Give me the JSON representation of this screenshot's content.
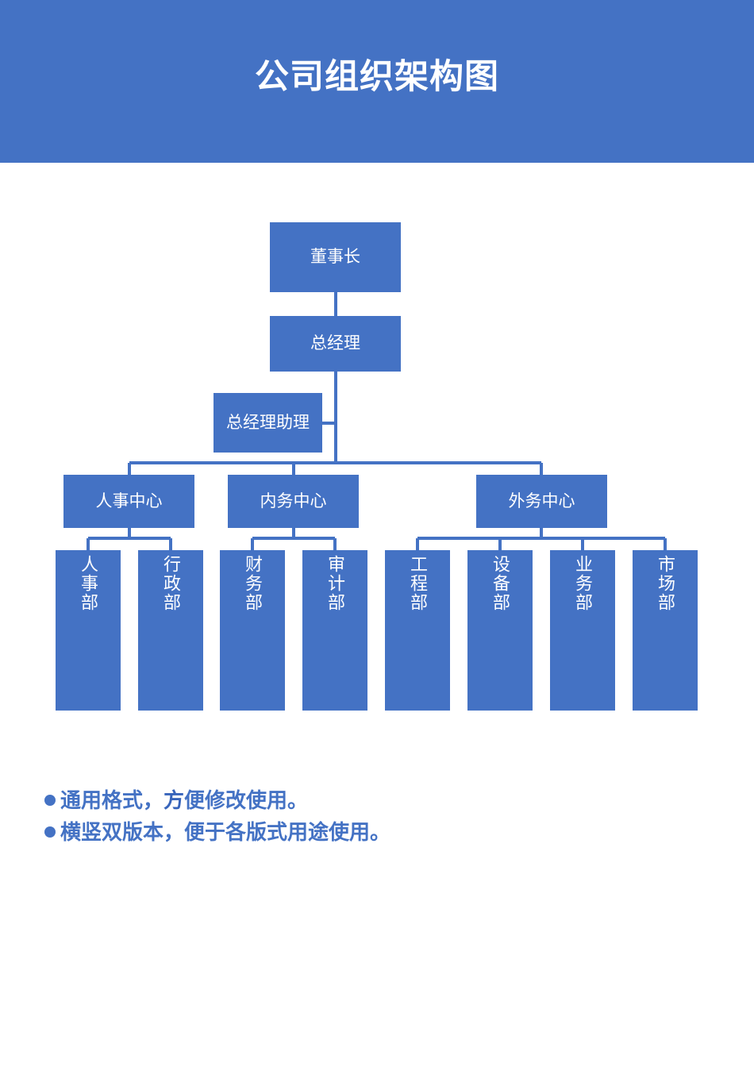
{
  "header": {
    "title": "公司组织架构图",
    "background_color": "#4472C4",
    "title_color": "#FFFFFF"
  },
  "theme": {
    "node_fill": "#4472C4",
    "node_text": "#FFFFFF",
    "connector_color": "#4472C4",
    "note_color": "#4472C4",
    "page_background": "#FFFFFF"
  },
  "chart_data": {
    "type": "diagram",
    "diagram_type": "organization-chart",
    "title": "公司组织架构图",
    "orientation": "vertical",
    "levels": 4,
    "nodes": [
      {
        "id": "chairman",
        "label": "董事长",
        "level": 1,
        "parent": null
      },
      {
        "id": "gm",
        "label": "总经理",
        "level": 2,
        "parent": "chairman"
      },
      {
        "id": "gm_asst",
        "label": "总经理助理",
        "level": 3,
        "parent": "gm",
        "role": "assistant"
      },
      {
        "id": "hr_center",
        "label": "人事中心",
        "level": 3,
        "parent": "gm"
      },
      {
        "id": "in_center",
        "label": "内务中心",
        "level": 3,
        "parent": "gm"
      },
      {
        "id": "out_center",
        "label": "外务中心",
        "level": 3,
        "parent": "gm"
      },
      {
        "id": "hr_dept",
        "label": "人事部",
        "level": 4,
        "parent": "hr_center"
      },
      {
        "id": "adm_dept",
        "label": "行政部",
        "level": 4,
        "parent": "hr_center"
      },
      {
        "id": "fin_dept",
        "label": "财务部",
        "level": 4,
        "parent": "in_center"
      },
      {
        "id": "aud_dept",
        "label": "审计部",
        "level": 4,
        "parent": "in_center"
      },
      {
        "id": "eng_dept",
        "label": "工程部",
        "level": 4,
        "parent": "out_center"
      },
      {
        "id": "equ_dept",
        "label": "设备部",
        "level": 4,
        "parent": "out_center"
      },
      {
        "id": "biz_dept",
        "label": "业务部",
        "level": 4,
        "parent": "out_center"
      },
      {
        "id": "mkt_dept",
        "label": "市场部",
        "level": 4,
        "parent": "out_center"
      }
    ]
  },
  "nodes": {
    "chairman": "董事长",
    "gm": "总经理",
    "gm_asst": "总经理助理",
    "hr_center": "人事中心",
    "in_center": "内务中心",
    "out_center": "外务中心",
    "hr_dept": "人事部",
    "adm_dept": "行政部",
    "fin_dept": "财务部",
    "aud_dept": "审计部",
    "eng_dept": "工程部",
    "equ_dept": "设备部",
    "biz_dept": "业务部",
    "mkt_dept": "市场部"
  },
  "notes": {
    "items": [
      {
        "prefix": "通用格式，",
        "emphasis": "方",
        "suffix": "便修改使用。"
      },
      {
        "prefix": "横竖双版本，便于各版式用途使用。",
        "emphasis": "",
        "suffix": ""
      }
    ]
  }
}
